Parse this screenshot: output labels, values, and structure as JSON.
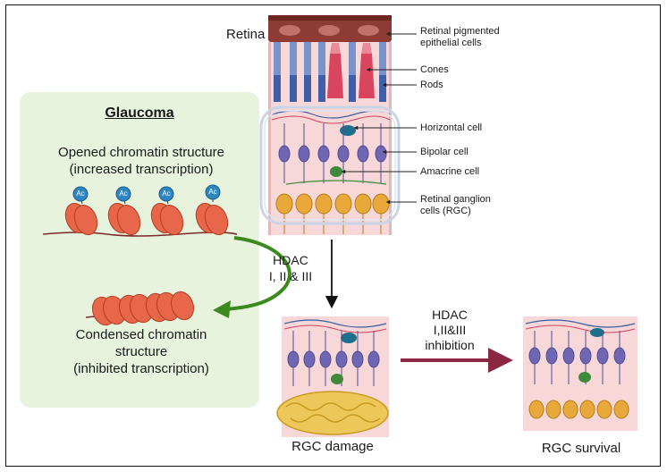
{
  "retina_title": "Retina",
  "cell_labels": {
    "rpe": [
      "Retinal pigmented",
      "epithelial cells"
    ],
    "cones": "Cones",
    "rods": "Rods",
    "horizontal": "Horizontal cell",
    "bipolar": "Bipolar cell",
    "amacrine": "Amacrine cell",
    "rgc": [
      "Retinal ganglion",
      "cells (RGC)"
    ]
  },
  "glaucoma": {
    "title": "Glaucoma",
    "open_label": [
      "Opened chromatin structure",
      "(increased transcription)"
    ],
    "acetyl_label": "Ac",
    "condensed_label": [
      "Condensed chromatin",
      "structure",
      "(inhibited transcription)"
    ]
  },
  "hdac_left": [
    "HDAC",
    "I, II & III"
  ],
  "hdac_right": [
    "HDAC",
    "I,II&III",
    "inhibition"
  ],
  "outcomes": {
    "damage": "RGC damage",
    "survival": "RGC survival"
  },
  "colors": {
    "panel_bg": "#e8f3dd",
    "tissue": "#f7d7d7",
    "bipolar": "#6f66b3",
    "ganglion": "#e8a93a",
    "horizontal": "#1d6f8c",
    "amacrine": "#3f8a3a",
    "nucleosome": "#e8674a",
    "acetyl": "#2e86c1",
    "green_arrow": "#3a8a1e",
    "maroon_arrow": "#8b2740"
  }
}
